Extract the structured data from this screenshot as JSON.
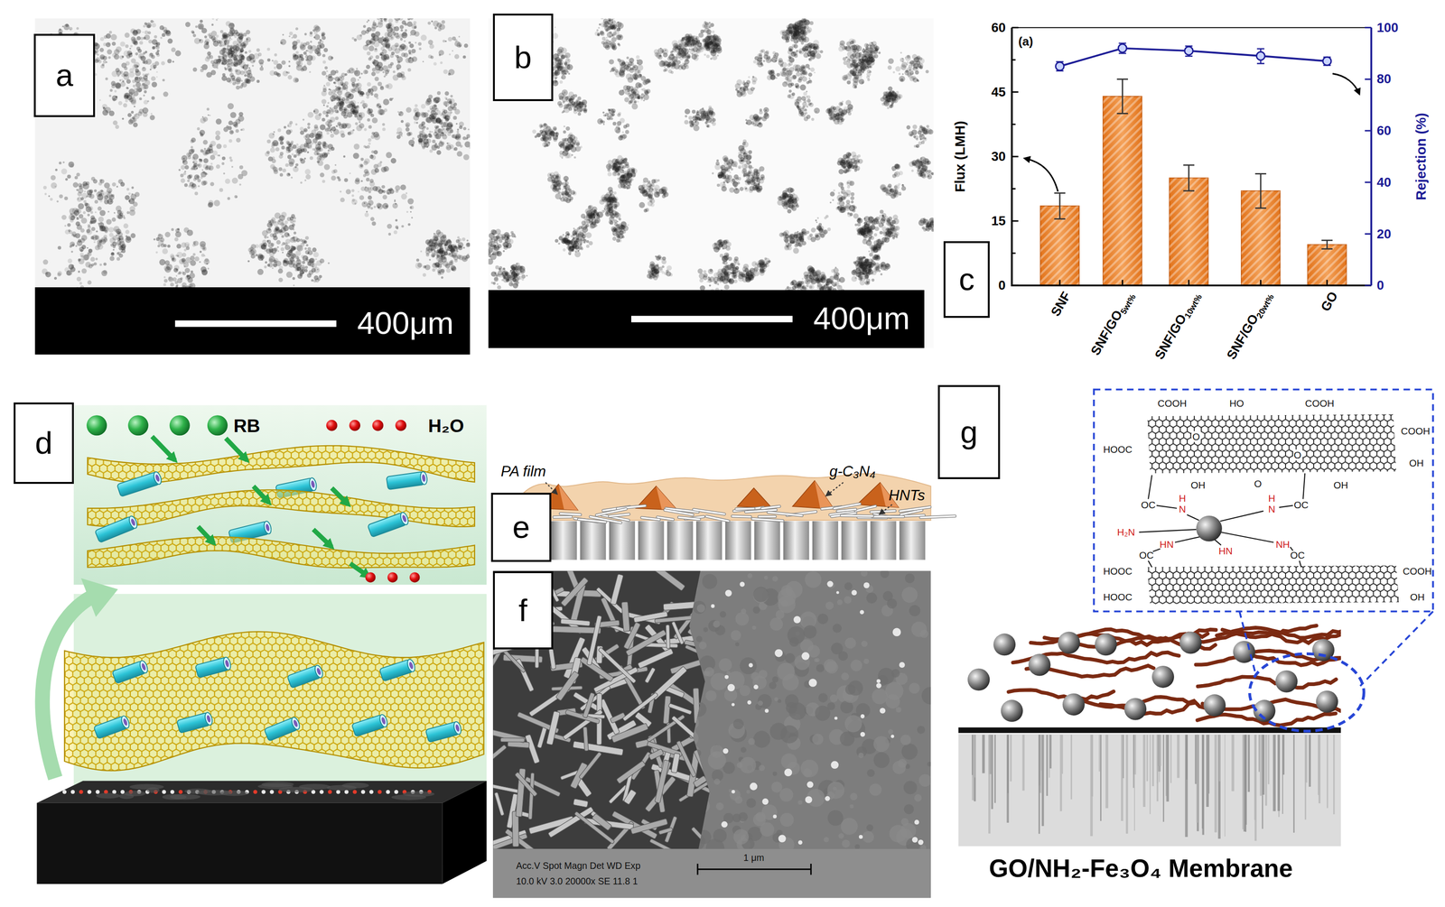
{
  "diagram": {
    "nodes": [
      {
        "text": [
          "a"
        ]
      },
      {
        "text": [
          "b"
        ]
      },
      {
        "text": [
          "c"
        ]
      },
      {
        "text": [
          "d"
        ]
      },
      {
        "text": [
          "e"
        ]
      },
      {
        "text": [
          "f"
        ]
      },
      {
        "text": [
          "g"
        ]
      }
    ],
    "labels": [
      "400μm",
      "400μm",
      "(a)",
      "Flux (LMH)",
      "Rejection (%)",
      "60",
      "45",
      "30",
      "15",
      "0",
      "100",
      "80",
      "60",
      "40",
      "20",
      "0",
      "SNF",
      "SNF/GO",
      "5wt%",
      "SNF/GO",
      "10wt%",
      "SNF/GO",
      "20wt%",
      "GO",
      "RB",
      "H₂O",
      "PA film",
      "g-C₃N₄",
      "HNTs",
      "Acc.V Spot Magn Det WD Exp",
      "10.0 kV 3.0 20000x SE 11.8 1",
      "1 μm",
      "GO/NH₂-Fe₃O₄ Membrane",
      "COOH",
      "HO",
      "COOH",
      "COOH",
      "HOOC",
      "O",
      "O",
      "OH",
      "OH",
      "O",
      "OH",
      "OC",
      "H",
      "N",
      "OC",
      "N",
      "H",
      "H₂N",
      "HN",
      "OC",
      "HN",
      "NH",
      "OC",
      "HOOC",
      "COOH",
      "HOOC",
      "OH"
    ]
  }
}
